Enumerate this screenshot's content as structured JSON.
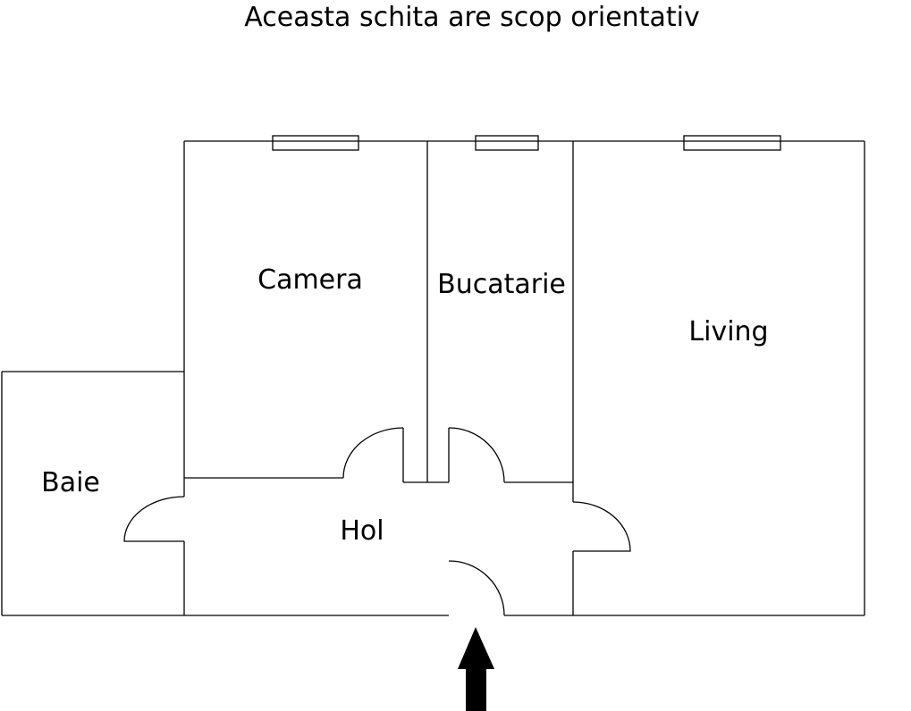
{
  "title": "Aceasta schita are scop orientativ",
  "rooms": {
    "camera": "Camera",
    "bucatarie": "Bucatarie",
    "living": "Living",
    "baie": "Baie",
    "hol": "Hol"
  },
  "colors": {
    "line": "#000000",
    "background": "#ffffff"
  }
}
